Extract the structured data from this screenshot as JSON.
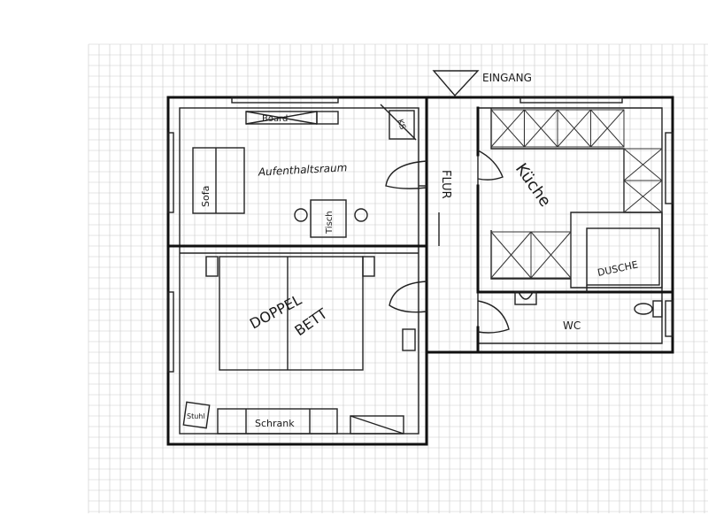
{
  "labels": {
    "entrance": "EINGANG",
    "living_room": "Aufenthaltsraum",
    "board": "Board",
    "sofa": "Sofa",
    "table": "Tisch",
    "fridge": "KS",
    "hallway": "FLUR",
    "kitchen": "Küche",
    "shower": "DUSCHE",
    "wc": "WC",
    "bed_line1": "DOPPEL",
    "bed_line2": "BETT",
    "wardrobe": "Schrank",
    "chair": "Stuhl"
  },
  "colors": {
    "ink": "#111111",
    "grid": "#c9c9c9",
    "paper": "#ffffff"
  }
}
